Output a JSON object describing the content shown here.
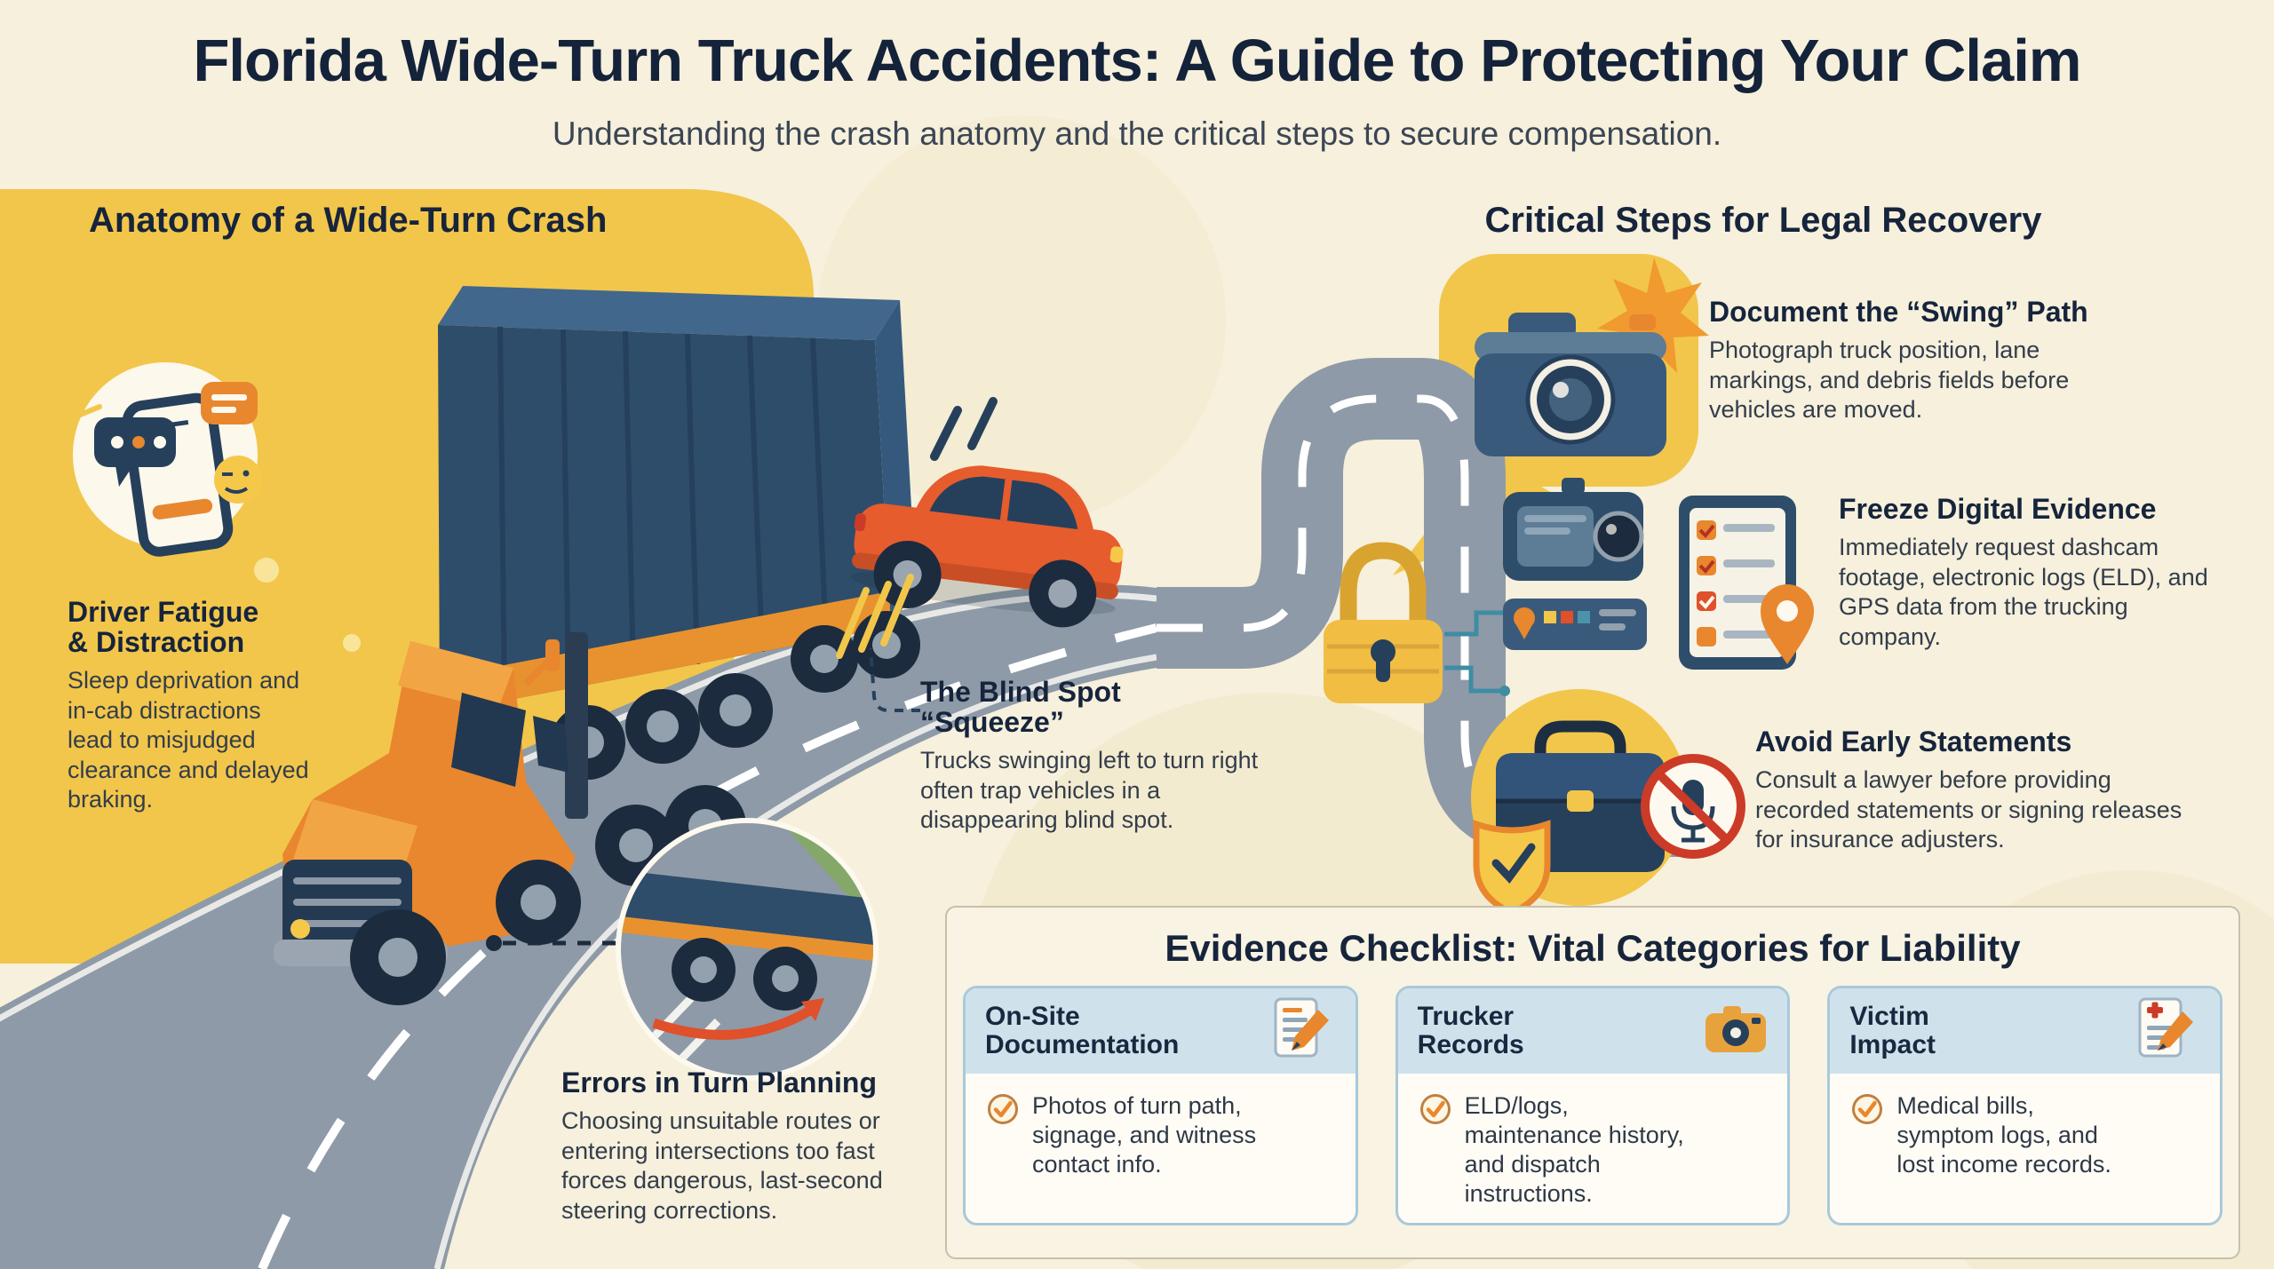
{
  "header": {
    "title": "Florida Wide-Turn Truck Accidents: A Guide to Protecting Your Claim",
    "subtitle": "Understanding the crash anatomy and the critical steps to secure compensation."
  },
  "anatomy": {
    "heading": "Anatomy of a Wide-Turn Crash",
    "items": [
      {
        "icon": "phone-distraction-icon",
        "title": "Driver Fatigue & Distraction",
        "description": "Sleep deprivation and in-cab distractions lead to misjudged clearance and delayed braking."
      },
      {
        "icon": "blind-spot-crash-illustration",
        "title": "The Blind Spot “Squeeze”",
        "description": "Trucks swinging left to turn right often trap vehicles in a disappearing blind spot."
      },
      {
        "icon": "turn-detail-inset-icon",
        "title": "Errors in Turn Planning",
        "description": "Choosing unsuitable routes or entering intersections too fast forces dangerous, last-second steering corrections."
      }
    ]
  },
  "legal_recovery": {
    "heading": "Critical Steps for Legal Recovery",
    "steps": [
      {
        "icon": "camera-icon",
        "title": "Document the “Swing” Path",
        "description": "Photograph truck position, lane markings, and debris fields before vehicles are moved."
      },
      {
        "icon": "padlock-digital-evidence-icon",
        "title": "Freeze Digital Evidence",
        "description": "Immediately request dashcam footage, electronic logs (ELD), and GPS data from the trucking company."
      },
      {
        "icon": "briefcase-no-mic-icon",
        "title": "Avoid Early Statements",
        "description": "Consult a lawyer before providing recorded statements or signing releases for insurance adjusters."
      }
    ]
  },
  "evidence_checklist": {
    "heading": "Evidence Checklist: Vital Categories for Liability",
    "cards": [
      {
        "icon": "document-pencil-icon",
        "title": "On-Site Documentation",
        "item": "Photos of turn path, signage, and witness contact info."
      },
      {
        "icon": "camera-records-icon",
        "title": "Trucker Records",
        "item": "ELD/logs, maintenance history, and dispatch instructions."
      },
      {
        "icon": "medical-document-icon",
        "title": "Victim Impact",
        "item": "Medical bills, symptom logs, and lost income records."
      }
    ]
  },
  "colors": {
    "background": "#f6f0dc",
    "accent_yellow": "#f2c64a",
    "navy": "#16243c",
    "orange": "#e8872e",
    "car_orange_red": "#e65c2d",
    "road_gray": "#8e9aa7",
    "card_header_blue": "#cfe2ec",
    "alert_red": "#cc3b28"
  }
}
